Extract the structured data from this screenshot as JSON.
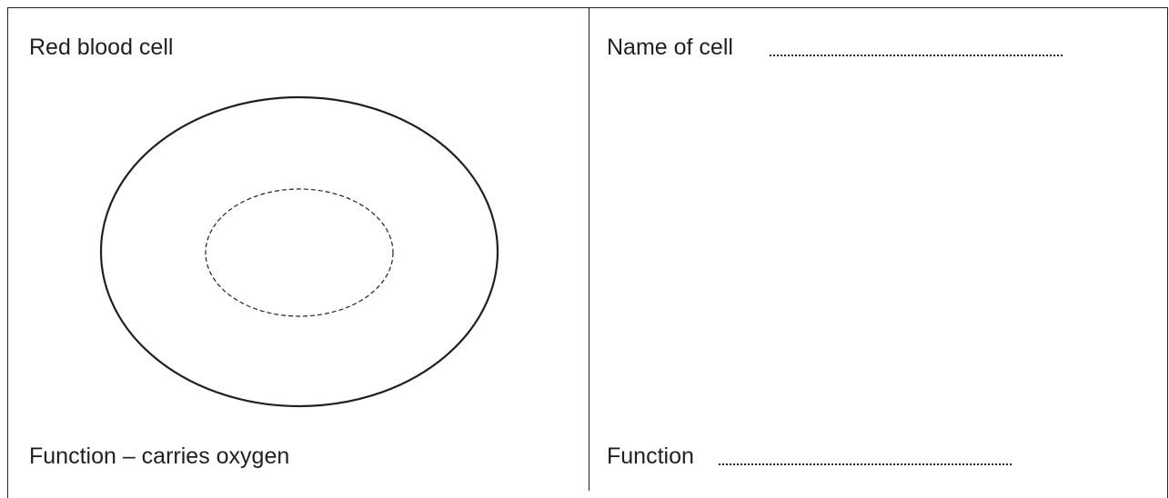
{
  "left_panel": {
    "title": "Red blood cell",
    "function_text": "Function – carries oxygen"
  },
  "right_panel": {
    "name_label": "Name of cell",
    "function_label": "Function"
  }
}
